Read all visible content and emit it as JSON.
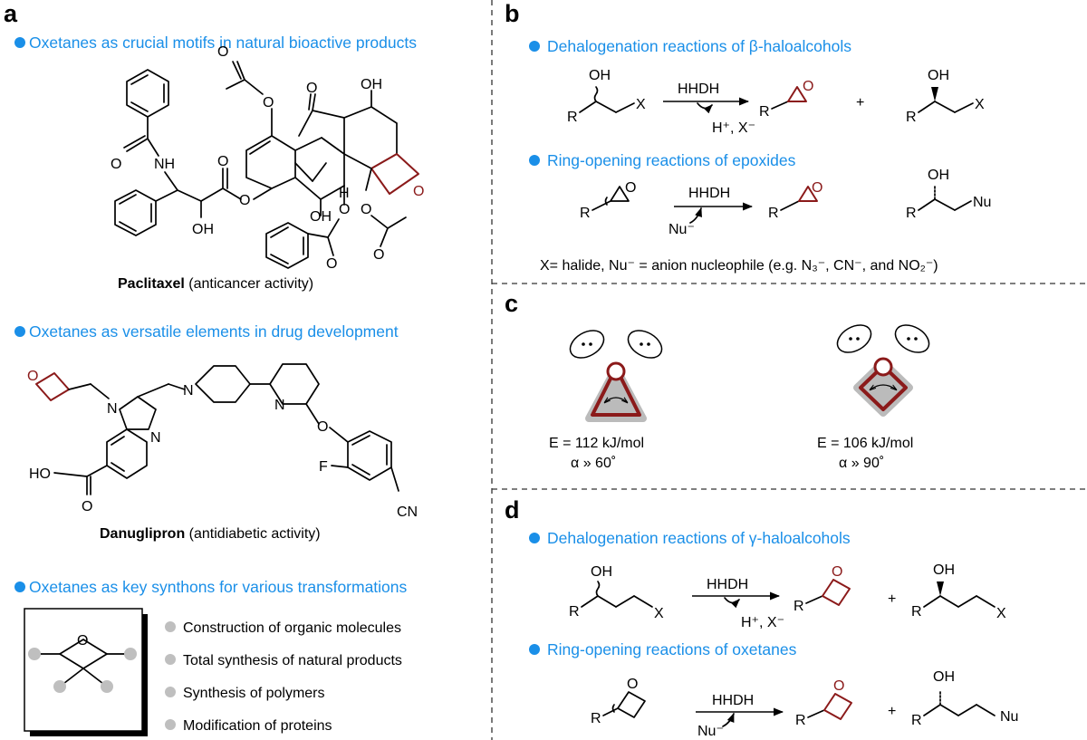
{
  "panels": {
    "a": {
      "letter": "a",
      "heading1": "Oxetanes as crucial motifs in natural bioactive products",
      "mol1_name": "Paclitaxel",
      "mol1_activity": " (anticancer activity)",
      "heading2": "Oxetanes as versatile elements in drug development",
      "mol2_name": "Danuglipron",
      "mol2_activity": " (antidiabetic  activity)",
      "heading3": "Oxetanes as key synthons for various transformations",
      "uses": [
        "Construction of organic molecules",
        "Total synthesis of natural products",
        "Synthesis of polymers",
        "Modification of proteins"
      ]
    },
    "b": {
      "letter": "b",
      "heading1": "Dehalogenation reactions of β-haloalcohols",
      "heading2": "Ring-opening reactions of epoxides",
      "enzyme": "HHDH",
      "plus": "+",
      "footnote": "X= halide, Nu⁻ = anion nucleophile (e.g. N₃⁻, CN⁻, and NO₂⁻)"
    },
    "c": {
      "letter": "c",
      "epoxide_energy": "E = 112 kJ/mol",
      "epoxide_angle": "α » 60˚",
      "oxetane_energy": "E = 106 kJ/mol",
      "oxetane_angle": "α » 90˚"
    },
    "d": {
      "letter": "d",
      "heading1": "Dehalogenation reactions of γ-haloalcohols",
      "heading2": "Ring-opening reactions of oxetanes",
      "enzyme": "HHDH",
      "plus": "+"
    },
    "atoms": {
      "R": "R",
      "X": "X",
      "OH": "OH",
      "O": "O",
      "Nu": "Nu",
      "NH": "NH",
      "N": "N",
      "H": "H",
      "HO": "HO",
      "F": "F",
      "CN": "CN",
      "byproduct_b": "H⁺, X⁻",
      "byproduct_d": "H⁺, X⁻",
      "nucleophile": "Nu⁻"
    }
  },
  "colors": {
    "heading": "#1a8fe8",
    "oxetane_ring": "#8b1a1a",
    "bullet_gray": "#bfbfbf",
    "divider": "#333333"
  }
}
